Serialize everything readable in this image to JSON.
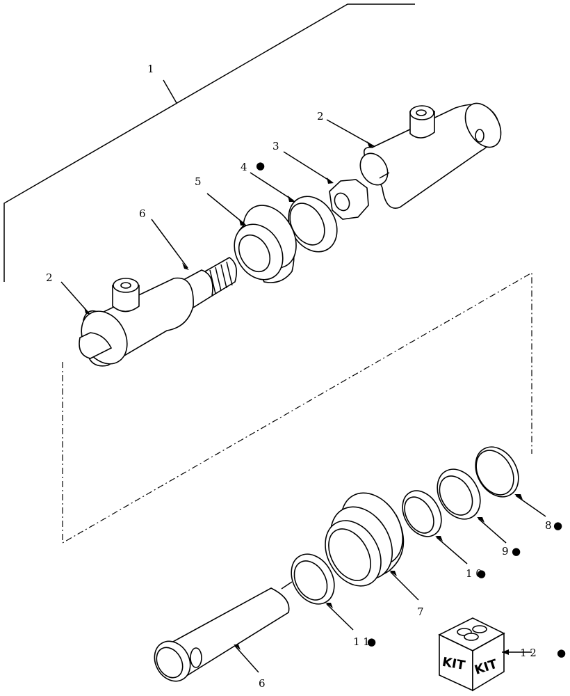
{
  "callouts": [
    {
      "id": "c1",
      "text": "1"
    },
    {
      "id": "c2_top",
      "text": "2"
    },
    {
      "id": "c2_left",
      "text": "2"
    },
    {
      "id": "c3",
      "text": "3"
    },
    {
      "id": "c4",
      "text": "4"
    },
    {
      "id": "c5",
      "text": "5"
    },
    {
      "id": "c6_top",
      "text": "6"
    },
    {
      "id": "c7",
      "text": "7"
    },
    {
      "id": "c8",
      "text": "8"
    },
    {
      "id": "c9",
      "text": "9"
    },
    {
      "id": "c10",
      "text": "1 0"
    },
    {
      "id": "c11",
      "text": "1 1"
    },
    {
      "id": "c12",
      "text": "1 2"
    },
    {
      "id": "c6_bottom",
      "text": "6"
    }
  ],
  "kit_box": {
    "face_left_text": "KIT",
    "face_right_text": "KIT"
  },
  "bullet_symbol": "●"
}
